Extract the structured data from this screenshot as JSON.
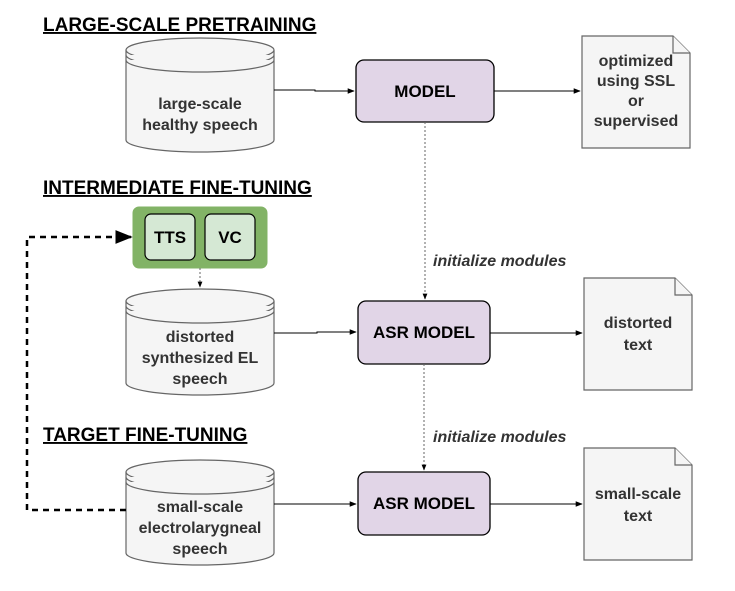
{
  "sections": {
    "pretraining": "LARGE-SCALE PRETRAINING",
    "intermediate": "INTERMEDIATE FINE-TUNING",
    "target": "TARGET FINE-TUNING"
  },
  "databases": {
    "db1": [
      "large-scale",
      "healthy speech"
    ],
    "db2": [
      "distorted",
      "synthesized EL",
      "speech"
    ],
    "db3": [
      "small-scale",
      "electrolarygneal",
      "speech"
    ]
  },
  "models": {
    "m1": "MODEL",
    "m2": "ASR MODEL",
    "m3": "ASR MODEL"
  },
  "group": {
    "tts": "TTS",
    "vc": "VC",
    "fill_color": "#82b366",
    "inner_color": "#d5e8d4"
  },
  "documents": {
    "doc1": [
      "optimized",
      "using SSL",
      "or",
      "supervised"
    ],
    "doc2": [
      "distorted",
      "text"
    ],
    "doc3": [
      "small-scale",
      "text"
    ]
  },
  "annotations": {
    "init1": "initialize modules",
    "init2": "initialize modules"
  },
  "colors": {
    "model_fill": "#e1d5e7",
    "db_fill": "#f5f5f5",
    "text": "#333333"
  }
}
